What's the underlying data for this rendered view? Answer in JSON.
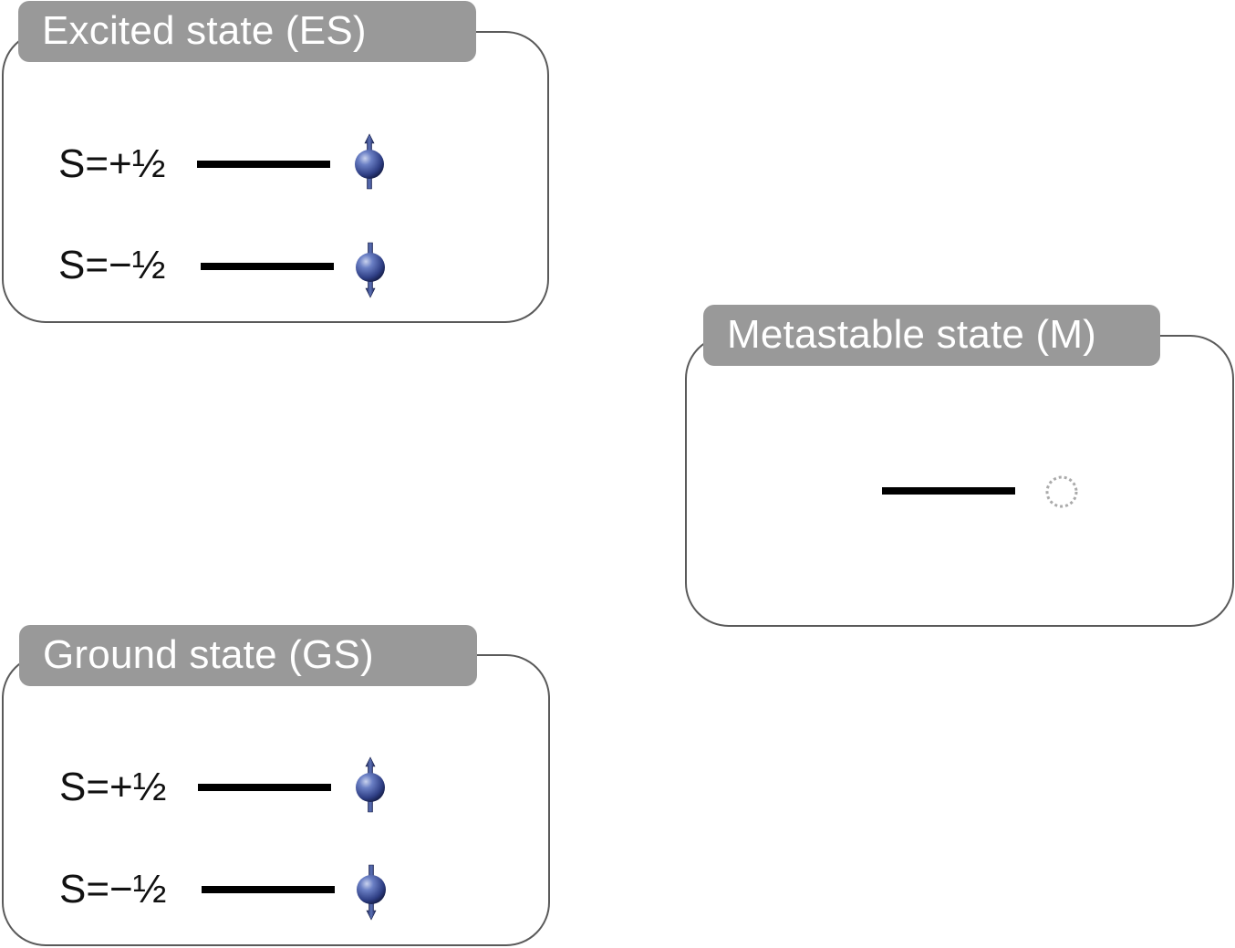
{
  "excited_state": {
    "title": "Excited state (ES)",
    "levels": [
      {
        "label": "S=+½",
        "spin": "spin-up-icon"
      },
      {
        "label": "S=−½",
        "spin": "spin-down-icon"
      }
    ]
  },
  "metastable_state": {
    "title": "Metastable state (M)",
    "occupancy": "empty-dotted-circle-icon"
  },
  "ground_state": {
    "title": "Ground state (GS)",
    "levels": [
      {
        "label": "S=+½",
        "spin": "spin-up-icon"
      },
      {
        "label": "S=−½",
        "spin": "spin-down-icon"
      }
    ]
  },
  "colors": {
    "tab_background": "#999999",
    "panel_border": "#5a5a5a",
    "spin_sphere": "#3a4d8f",
    "level_line": "#000000",
    "empty_circle": "#aaaaaa"
  }
}
